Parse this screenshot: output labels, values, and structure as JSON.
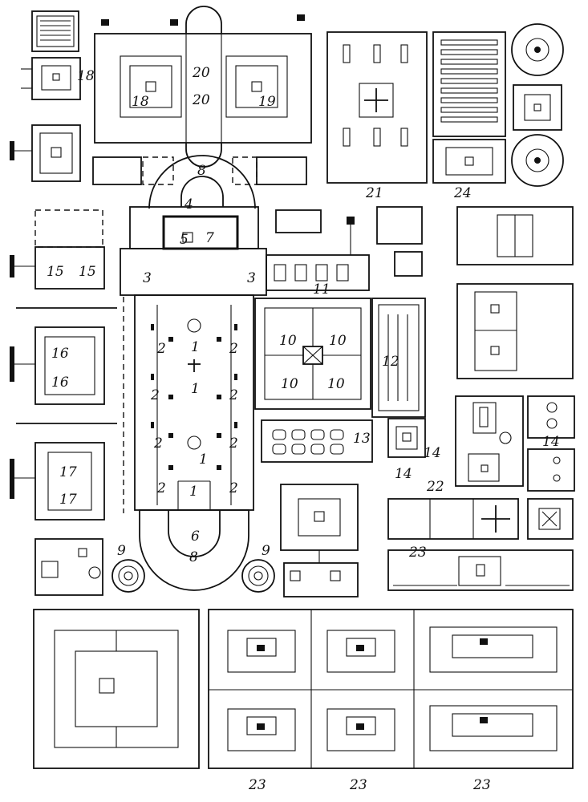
{
  "plan": {
    "labels": {
      "l1a": "1",
      "l1b": "1",
      "l1c": "1",
      "l1d": "1",
      "l2a": "2",
      "l2b": "2",
      "l2c": "2",
      "l2d": "2",
      "l2e": "2",
      "l2f": "2",
      "l2g": "2",
      "l2h": "2",
      "l3a": "3",
      "l3b": "3",
      "l4": "4",
      "l5": "5",
      "l6": "6",
      "l7": "7",
      "l8a": "8",
      "l8b": "8",
      "l9a": "9",
      "l9b": "9",
      "l10a": "10",
      "l10b": "10",
      "l10c": "10",
      "l10d": "10",
      "l11": "11",
      "l12": "12",
      "l13": "13",
      "l14a": "14",
      "l14b": "14",
      "l14c": "14",
      "l15a": "15",
      "l15b": "15",
      "l16a": "16",
      "l16b": "16",
      "l17a": "17",
      "l17b": "17",
      "l18a": "18",
      "l18b": "18",
      "l19": "19",
      "l20a": "20",
      "l20b": "20",
      "l21": "21",
      "l22": "22",
      "l23a": "23",
      "l23b": "23",
      "l23c": "23",
      "l23d": "23",
      "l24": "24"
    }
  }
}
